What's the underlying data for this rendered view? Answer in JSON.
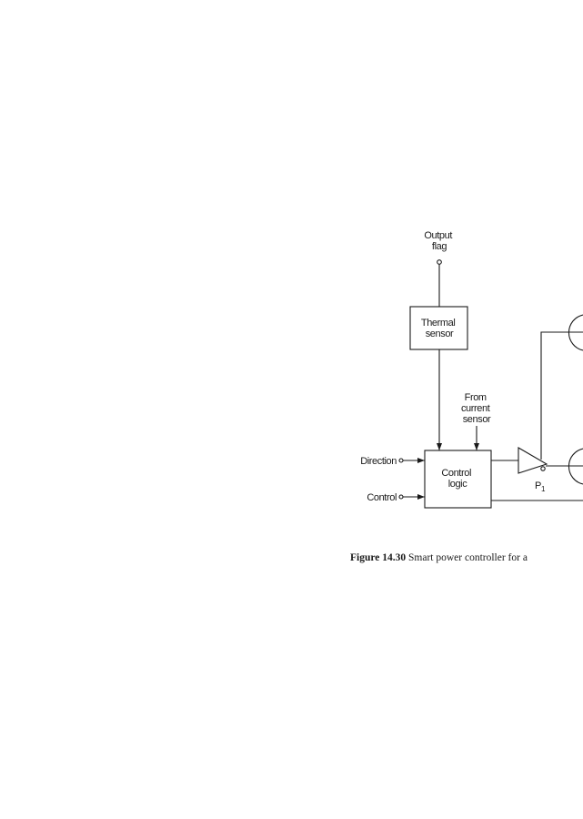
{
  "diagram": {
    "output_flag": [
      "Output",
      "flag"
    ],
    "thermal_sensor": [
      "Thermal",
      "sensor"
    ],
    "current_sensor": [
      "From",
      "current",
      "sensor"
    ],
    "control_logic": [
      "Control",
      "logic"
    ],
    "direction": "Direction",
    "control": "Control",
    "buffer_label": "P",
    "buffer_subscript": "1"
  },
  "caption": {
    "number": "Figure 14.30",
    "text": " Smart power controller for a"
  }
}
